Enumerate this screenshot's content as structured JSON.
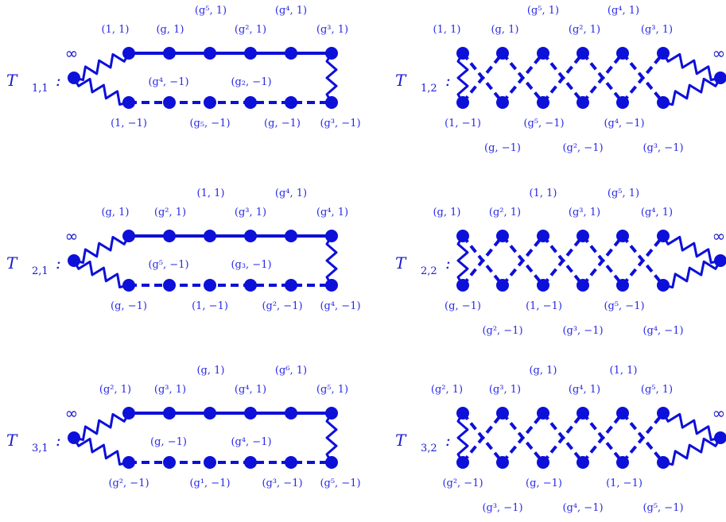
{
  "colors": {
    "ink": "#0d10d8",
    "label": "#2a2ae6"
  },
  "infinity": "∞",
  "left": [
    {
      "id": "T11",
      "name": "T",
      "sub": "1,1",
      "colon": ":",
      "top": [
        "(1, 1)",
        "(g, 1)",
        "(g⁵, 1)",
        "(g², 1)",
        "(g⁴, 1)",
        "(g³, 1)"
      ],
      "bottomAbove": [
        "(g⁴, −1)",
        "(g₂, −1)"
      ],
      "bottomBelow": [
        "(1, −1)",
        "(g₅, −1)",
        "(g, −1)",
        "(g³, −1)"
      ]
    },
    {
      "id": "T21",
      "name": "T",
      "sub": "2,1",
      "colon": ":",
      "top": [
        "(g, 1)",
        "(g², 1)",
        "(1, 1)",
        "(g³, 1)",
        "(g⁴, 1)",
        "(g⁴, 1)"
      ],
      "bottomAbove": [
        "(g⁵, −1)",
        "(g₃, −1)"
      ],
      "bottomBelow": [
        "(g, −1)",
        "(1, −1)",
        "(g², −1)",
        "(g⁴, −1)"
      ]
    },
    {
      "id": "T31",
      "name": "T",
      "sub": "3,1",
      "colon": ":",
      "top": [
        "(g², 1)",
        "(g³, 1)",
        "(g, 1)",
        "(g⁴, 1)",
        "(g⁶, 1)",
        "(g⁵, 1)"
      ],
      "bottomAbove": [
        "(g, −1)",
        "(g⁴, −1)"
      ],
      "bottomBelow": [
        "(g², −1)",
        "(g¹, −1)",
        "(g³, −1)",
        "(g⁵, −1)"
      ]
    }
  ],
  "right": [
    {
      "id": "T12",
      "name": "T",
      "sub": "1,2",
      "colon": ":",
      "top": [
        "(1, 1)",
        "(g, 1)",
        "(g⁵, 1)",
        "(g², 1)",
        "(g⁴, 1)",
        "(g³, 1)"
      ],
      "bottom1": [
        "(1, −1)",
        "(g⁵, −1)",
        "(g⁴, −1)"
      ],
      "bottom2": [
        "(g, −1)",
        "(g², −1)",
        "(g³, −1)"
      ]
    },
    {
      "id": "T22",
      "name": "T",
      "sub": "2,2",
      "colon": ":",
      "top": [
        "(g, 1)",
        "(g², 1)",
        "(1, 1)",
        "(g³, 1)",
        "(g⁵, 1)",
        "(g⁴, 1)"
      ],
      "bottom1": [
        "(g, −1)",
        "(1, −1)",
        "(g⁵, −1)"
      ],
      "bottom2": [
        "(g², −1)",
        "(g³, −1)",
        "(g⁴, −1)"
      ]
    },
    {
      "id": "T32",
      "name": "T",
      "sub": "3,2",
      "colon": ":",
      "top": [
        "(g², 1)",
        "(g³, 1)",
        "(g, 1)",
        "(g⁴, 1)",
        "(1, 1)",
        "(g⁵, 1)"
      ],
      "bottom1": [
        "(g², −1)",
        "(g, −1)",
        "(1, −1)"
      ],
      "bottom2": [
        "(g³, −1)",
        "(g⁴, −1)",
        "(g⁵, −1)"
      ]
    }
  ]
}
